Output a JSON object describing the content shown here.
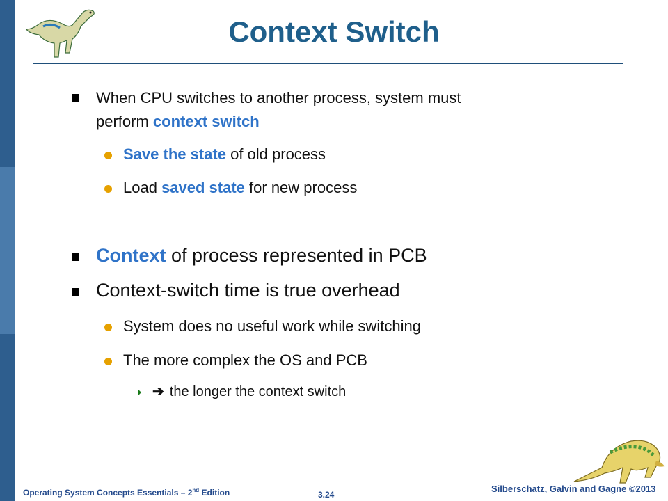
{
  "slide": {
    "title": "Context Switch",
    "bullets": [
      {
        "lines": [
          [
            {
              "t": "When CPU switches to another process, system must",
              "hl": false
            }
          ],
          [
            {
              "t": "perform ",
              "hl": false
            },
            {
              "t": "context switch",
              "hl": true
            }
          ]
        ]
      },
      {
        "sub": true,
        "parts": [
          {
            "t": "Save the state",
            "hl": true
          },
          {
            "t": " of old process",
            "hl": false
          }
        ]
      },
      {
        "sub": true,
        "parts": [
          {
            "t": "Load ",
            "hl": false
          },
          {
            "t": "saved state",
            "hl": true
          },
          {
            "t": " for new process",
            "hl": false
          }
        ]
      },
      {
        "big": true,
        "parts": [
          {
            "t": "Context",
            "hl": true
          },
          {
            "t": " of process represented in PCB",
            "hl": false
          }
        ]
      },
      {
        "big": true,
        "parts": [
          {
            "t": "Context-switch time is true overhead",
            "hl": false
          }
        ]
      },
      {
        "sub": true,
        "parts": [
          {
            "t": "System does no useful work while switching",
            "hl": false
          }
        ]
      },
      {
        "sub": true,
        "parts": [
          {
            "t": "The more complex the OS and PCB",
            "hl": false
          }
        ]
      },
      {
        "subsub": true,
        "arrow": "➔",
        "parts": [
          {
            "t": "the longer the context switch",
            "hl": false
          }
        ]
      }
    ]
  },
  "footer": {
    "left_main": "Operating System Concepts Essentials – 2",
    "left_sup": "nd",
    "left_tail": " Edition",
    "page": "3.24",
    "right": "Silberschatz, Galvin and Gagne ©2013"
  },
  "colors": {
    "accent": "#2f73c8",
    "title": "#1f5f8b",
    "sidebar": "#2e5e8e",
    "bullet_dot": "#e6a100",
    "bullet_tri": "#1a7a1a"
  }
}
